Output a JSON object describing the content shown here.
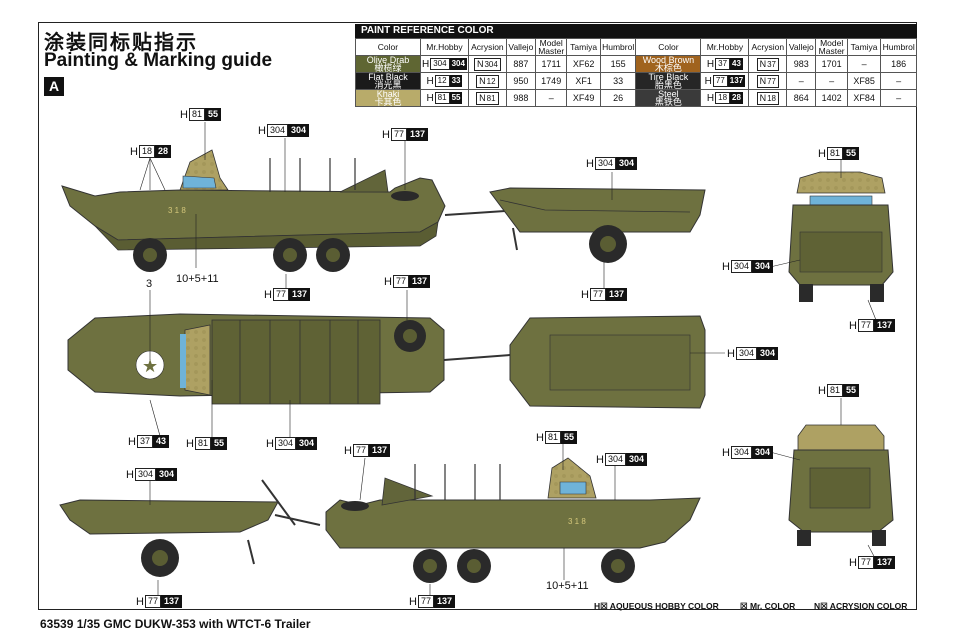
{
  "title_cn": "涂装同标贴指示",
  "title_en": "Painting & Marking guide",
  "sheet_letter": "A",
  "paint_table": {
    "header": "PAINT  REFERENCE COLOR",
    "columns": [
      "Color",
      "Mr.Hobby",
      "Acrysion",
      "Vallejo",
      "Model Master",
      "Tamiya",
      "Humbrol"
    ],
    "left_rows": [
      {
        "color_en": "Olive Drab",
        "color_cn": "橄榄绿",
        "swatch": "#5f6633",
        "hobby_h": "304",
        "hobby_k": "304",
        "acrysion": "304",
        "vallejo": "887",
        "model_master": "1711",
        "tamiya": "XF62",
        "humbrol": "155"
      },
      {
        "color_en": "Flat Black",
        "color_cn": "消光黑",
        "swatch": "#1a1a1a",
        "hobby_h": "12",
        "hobby_k": "33",
        "acrysion": "12",
        "vallejo": "950",
        "model_master": "1749",
        "tamiya": "XF1",
        "humbrol": "33"
      },
      {
        "color_en": "Khaki",
        "color_cn": "卡其色",
        "swatch": "#b8ab6a",
        "hobby_h": "81",
        "hobby_k": "55",
        "acrysion": "81",
        "vallejo": "988",
        "model_master": "–",
        "tamiya": "XF49",
        "humbrol": "26"
      }
    ],
    "right_rows": [
      {
        "color_en": "Wood Brown",
        "color_cn": "木棕色",
        "swatch": "#a0631e",
        "hobby_h": "37",
        "hobby_k": "43",
        "acrysion": "37",
        "vallejo": "983",
        "model_master": "1701",
        "tamiya": "–",
        "humbrol": "186"
      },
      {
        "color_en": "Tire Black",
        "color_cn": "胎黑色",
        "swatch": "#262626",
        "hobby_h": "77",
        "hobby_k": "137",
        "acrysion": "77",
        "vallejo": "–",
        "model_master": "–",
        "tamiya": "XF85",
        "humbrol": "–"
      },
      {
        "color_en": "Steel",
        "color_cn": "黑铁色",
        "swatch": "#3a3a3a",
        "hobby_h": "18",
        "hobby_k": "28",
        "acrysion": "18",
        "vallejo": "864",
        "model_master": "1402",
        "tamiya": "XF84",
        "humbrol": "–"
      }
    ]
  },
  "callouts": {
    "h_prefix": "H",
    "c1": {
      "b": "81",
      "k": "55"
    },
    "c2": {
      "b": "304",
      "k": "304"
    },
    "c3": {
      "b": "77",
      "k": "137"
    },
    "c4": {
      "b": "18",
      "k": "28"
    },
    "c5": {
      "b": "304",
      "k": "304"
    },
    "c6": {
      "b": "81",
      "k": "55"
    },
    "c7": {
      "b": "304",
      "k": "304"
    },
    "c8": {
      "b": "77",
      "k": "137"
    },
    "c9": {
      "b": "77",
      "k": "137"
    },
    "c10": {
      "b": "77",
      "k": "137"
    },
    "c11": {
      "b": "77",
      "k": "137"
    },
    "c12": {
      "b": "304",
      "k": "304"
    },
    "c13": {
      "b": "37",
      "k": "43"
    },
    "c14": {
      "b": "81",
      "k": "55"
    },
    "c15": {
      "b": "304",
      "k": "304"
    },
    "c16": {
      "b": "77",
      "k": "137"
    },
    "c17": {
      "b": "81",
      "k": "55"
    },
    "c18": {
      "b": "304",
      "k": "304"
    },
    "c19": {
      "b": "304",
      "k": "304"
    },
    "c20": {
      "b": "81",
      "k": "55"
    },
    "c21": {
      "b": "304",
      "k": "304"
    },
    "c22": {
      "b": "77",
      "k": "137"
    },
    "c23": {
      "b": "77",
      "k": "137"
    },
    "c24": {
      "b": "77",
      "k": "137"
    }
  },
  "labels": {
    "decal_combo_top": "10+5+11",
    "decal_combo_bottom": "10+5+11",
    "decal_3": "3",
    "hull_number_side": "3 1 8",
    "hull_number_side2": "3 1 8"
  },
  "legend": {
    "aqueous": "H☒ AQUEOUS HOBBY COLOR",
    "mr": "☒ Mr. COLOR",
    "acrysion": "N☒ ACRYSION COLOR"
  },
  "footer": "63539 1/35 GMC DUKW-353 with WTCT-6 Trailer",
  "colors": {
    "olive": "#6e7140",
    "olive_dark": "#4e5128",
    "khaki": "#b0a466",
    "tire": "#2a2a2a",
    "glass": "#6fb3d8"
  }
}
